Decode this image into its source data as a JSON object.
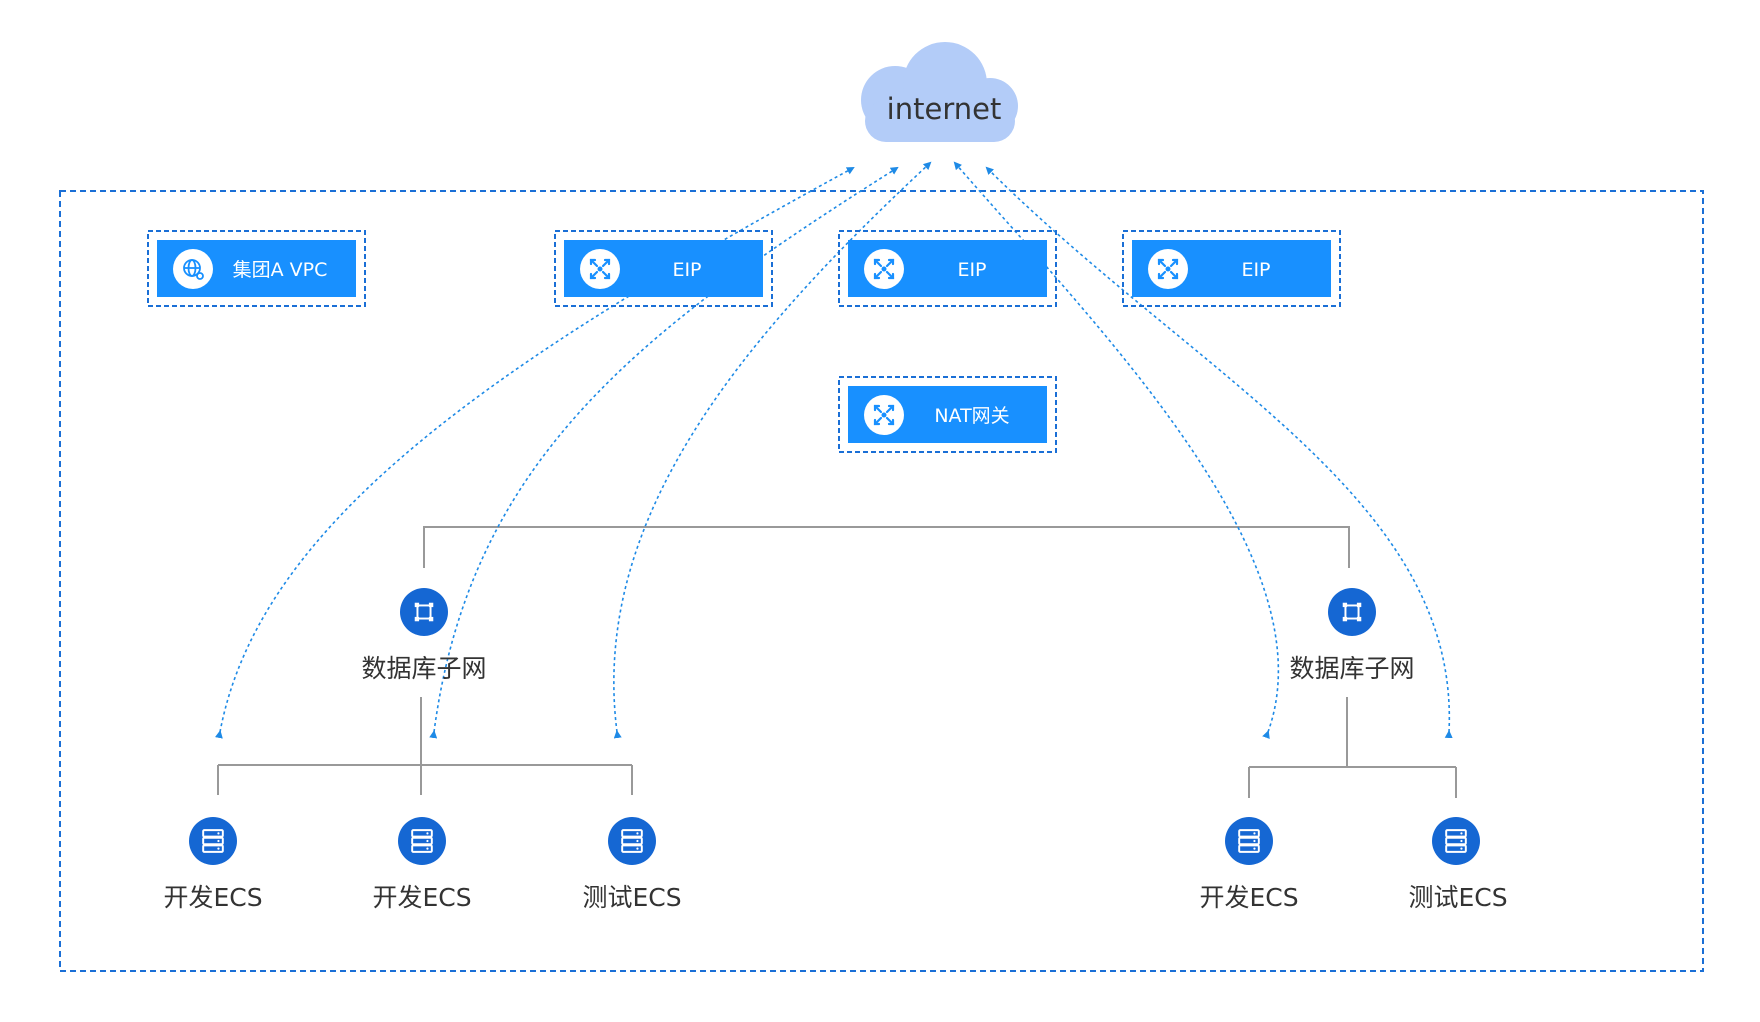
{
  "internet": {
    "label": "internet",
    "icon": "cloud-icon"
  },
  "vpc": {
    "label": "集团A VPC",
    "icon": "globe-settings-icon"
  },
  "eips": [
    {
      "label": "EIP",
      "icon": "network-hub-icon"
    },
    {
      "label": "EIP",
      "icon": "network-hub-icon"
    },
    {
      "label": "EIP",
      "icon": "network-hub-icon"
    }
  ],
  "nat": {
    "label": "NAT网关",
    "icon": "network-hub-icon"
  },
  "subnets": [
    {
      "label": "数据库子网",
      "icon": "subnet-icon"
    },
    {
      "label": "数据库子网",
      "icon": "subnet-icon"
    }
  ],
  "ecs": [
    {
      "label": "开发ECS",
      "icon": "server-icon"
    },
    {
      "label": "开发ECS",
      "icon": "server-icon"
    },
    {
      "label": "测试ECS",
      "icon": "server-icon"
    },
    {
      "label": "开发ECS",
      "icon": "server-icon"
    },
    {
      "label": "测试ECS",
      "icon": "server-icon"
    }
  ],
  "colors": {
    "chip_fill": "#1890ff",
    "chip_border": "#1a6fd6",
    "node_fill": "#1567d3",
    "arrow": "#1e8ae6",
    "tree_line": "#999999",
    "cloud": "#b3ccf8",
    "text": "#333333"
  }
}
